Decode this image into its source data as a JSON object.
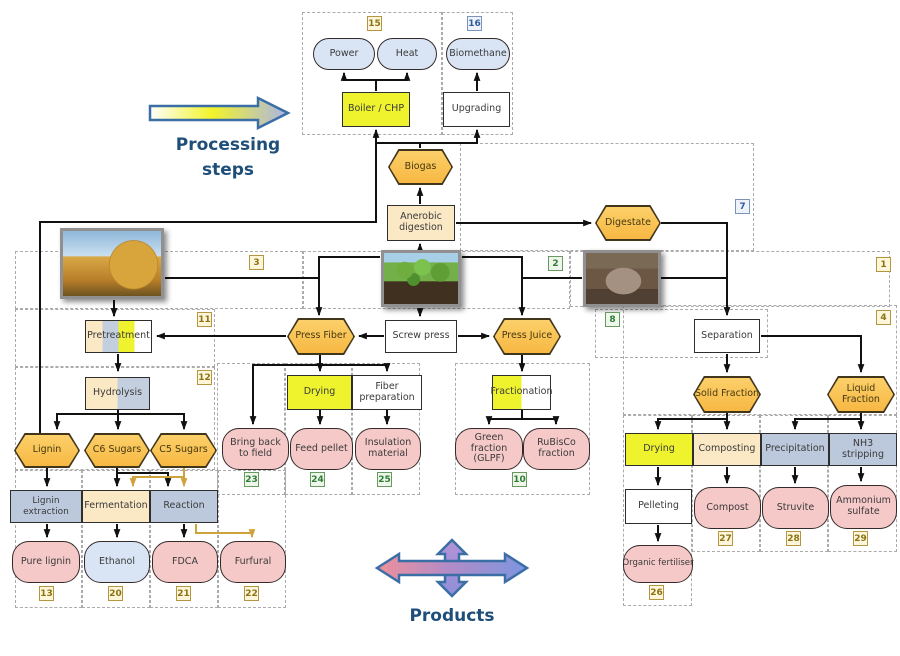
{
  "titles": {
    "processing_steps": "Processing steps",
    "products": "Products"
  },
  "nodes": {
    "power": "Power",
    "heat": "Heat",
    "biomethane": "Biomethane",
    "boiler_chp": "Boiler / CHP",
    "upgrading": "Upgrading",
    "biogas": "Biogas",
    "anaerobic_digestion": "Anerobic digestion",
    "digestate": "Digestate",
    "pretreatment": "Pretreatment",
    "press_fiber": "Press Fiber",
    "screw_press": "Screw press",
    "press_juice": "Press Juice",
    "separation": "Separation",
    "hydrolysis": "Hydrolysis",
    "drying_fiber": "Drying",
    "fiber_preparation": "Fiber preparation",
    "fractionation": "Fractionation",
    "solid_fraction": "Solid Fraction",
    "liquid_fraction": "Liquid Fraction",
    "lignin": "Lignin",
    "c6_sugars": "C6 Sugars",
    "c5_sugars": "C5 Sugars",
    "bring_back_to_field": "Bring back to field",
    "feed_pellet": "Feed pellet",
    "insulation_material": "Insulation material",
    "green_fraction": "Green fraction (GLPF)",
    "rubisco_fraction": "RuBisCo fraction",
    "drying_solid": "Drying",
    "composting": "Composting",
    "precipitation": "Precipitation",
    "nh3_stripping": "NH3 stripping",
    "lignin_extraction": "Lignin extraction",
    "fermentation": "Fermentation",
    "reaction": "Reaction",
    "pure_lignin": "Pure lignin",
    "ethanol": "Ethanol",
    "fdca": "FDCA",
    "furfural": "Furfural",
    "pelleting": "Pelleting",
    "compost": "Compost",
    "struvite": "Struvite",
    "ammonium_sulfate": "Ammonium sulfate",
    "organic_fertiliser": "Organic fertiliser"
  },
  "tags": {
    "t1": "1",
    "t2": "2",
    "t3": "3",
    "t4": "4",
    "t7": "7",
    "t8": "8",
    "t10": "10",
    "t11": "11",
    "t12": "12",
    "t13": "13",
    "t15": "15",
    "t16": "16",
    "t20": "20",
    "t21": "21",
    "t22": "22",
    "t23": "23",
    "t24": "24",
    "t25": "25",
    "t26": "26",
    "t27": "27",
    "t28": "28",
    "t29": "29"
  },
  "images": {
    "straw": "hay-bale-field-photo",
    "crop": "green-crop-field-photo",
    "pig": "pig-in-mud-photo"
  },
  "colors": {
    "hexagon_fill": "#f9bf4a",
    "process_yellow": "#eef32d",
    "process_cream": "#fbe9c6",
    "process_bluegray": "#bcc9dc",
    "energy_pill_blue": "#d9e5f5",
    "product_pill_pink": "#f6c9c9",
    "title_blue": "#1f4e79",
    "gold_arrow": "#cfa23c",
    "line_black": "#111111"
  }
}
